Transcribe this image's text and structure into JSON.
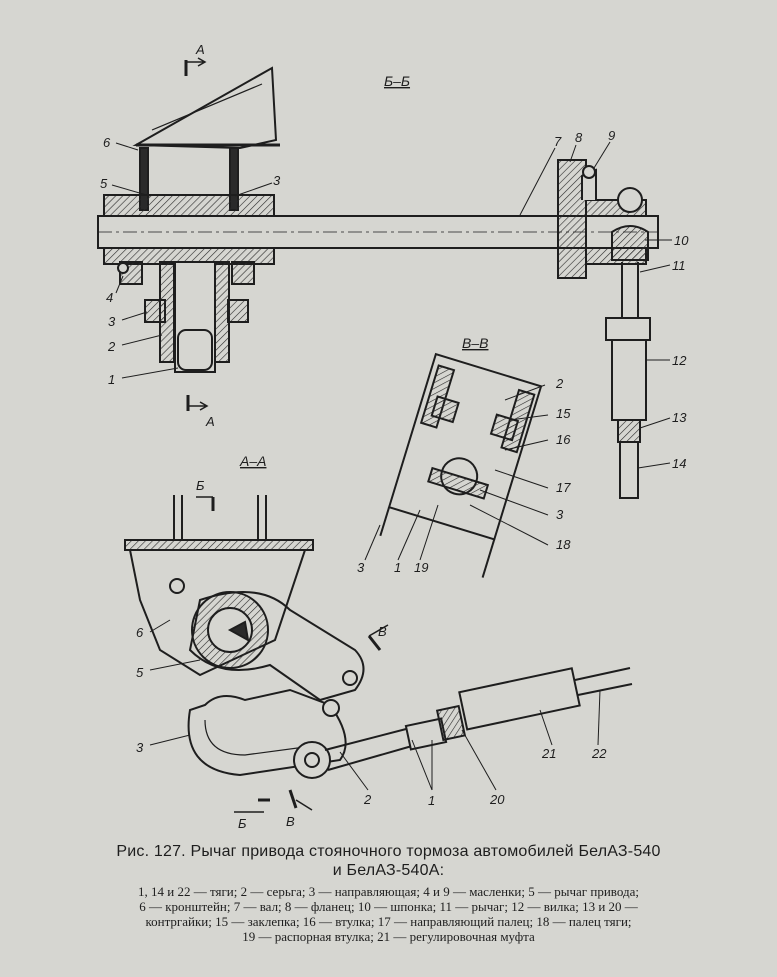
{
  "section_titles": {
    "bb": "Б–Б",
    "vv": "В–В",
    "aa": "А–А"
  },
  "cut_marks": {
    "a": "А",
    "b": "Б",
    "v": "В"
  },
  "callouts": {
    "c1": "1",
    "c2": "2",
    "c3": "3",
    "c4": "4",
    "c5": "5",
    "c6": "6",
    "c7": "7",
    "c8": "8",
    "c9": "9",
    "c10": "10",
    "c11": "11",
    "c12": "12",
    "c13": "13",
    "c14": "14",
    "c15": "15",
    "c16": "16",
    "c17": "17",
    "c18": "18",
    "c19": "19",
    "c20": "20",
    "c21": "21",
    "c22": "22"
  },
  "caption": {
    "title_line1": "Рис. 127. Рычаг привода стояночного тормоза автомобилей БелАЗ-540",
    "title_line2": "и БелАЗ-540А:",
    "legend_line1": "1, 14 и 22 — тяги; 2 — серьга; 3 — направляющая; 4 и 9 — масленки; 5 — рычаг привода;",
    "legend_line2": "6 — кронштейн; 7 — вал; 8 — фланец; 10 — шпонка; 11 — рычаг; 12 — вилка; 13 и 20 —",
    "legend_line3": "контргайки; 15 — заклепка; 16 — втулка; 17 — направляющий палец; 18 — палец тяги;",
    "legend_line4": "19 — распорная втулка; 21 — регулировочная муфта"
  }
}
